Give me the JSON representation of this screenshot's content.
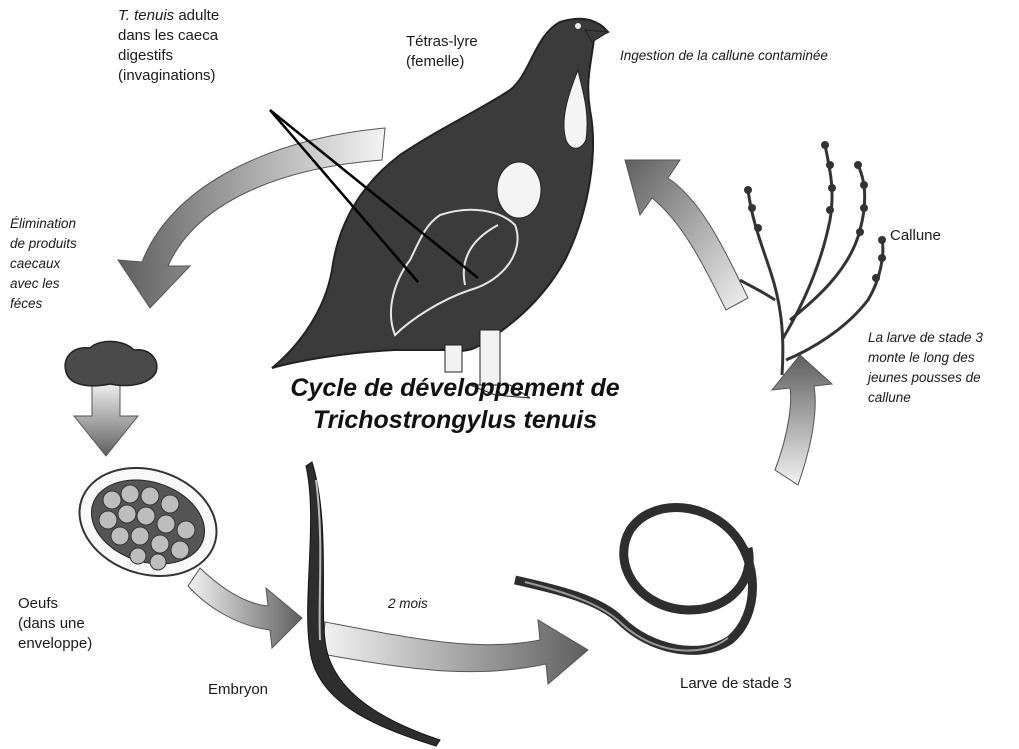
{
  "title": {
    "line1": "Cycle de développement de",
    "line2": "Trichostrongylus tenuis"
  },
  "labels": {
    "adult_species": "T. tenuis",
    "adult_line1": " adulte",
    "adult_line2": "dans les caeca",
    "adult_line3": "digestifs",
    "adult_line4": "(invaginations)",
    "host_line1": "Tétras-lyre",
    "host_line2": "(femelle)",
    "ingestion": "Ingestion de la callune contaminée",
    "plant": "Callune",
    "elim_line1": "Élimination",
    "elim_line2": "de produits",
    "elim_line3": "caecaux",
    "elim_line4": "avec les",
    "elim_line5": "féces",
    "larva_climb_line1": "La larve de stade 3",
    "larva_climb_line2": "monte le long des",
    "larva_climb_line3": "jeunes pousses de",
    "larva_climb_line4": "callune",
    "eggs_line1": "Oeufs",
    "eggs_line2": "(dans une",
    "eggs_line3": "enveloppe)",
    "embryo": "Embryon",
    "duration": "2 mois",
    "larva": "Larve de stade 3"
  },
  "colors": {
    "arrow_dark": "#6a6a6a",
    "arrow_light": "#f2f2f2",
    "bird": "#3b3b3b",
    "worm": "#2e2e2e"
  }
}
